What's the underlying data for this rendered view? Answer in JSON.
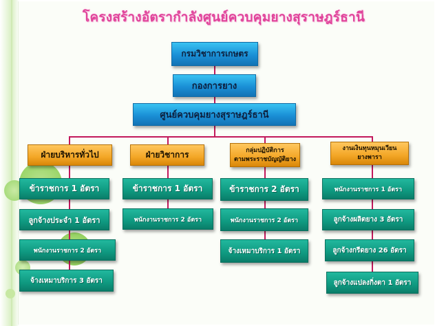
{
  "title": "โครงสร้างอัตรากำลังศูนย์ควบคุมยางสุราษฎร์ธานี",
  "top": {
    "department": "กรมวิชาการเกษตร",
    "division": "กองการยาง",
    "center": "ศูนย์ควบคุมยางสุราษฎร์ธานี"
  },
  "branches": [
    {
      "label": "ฝ่ายบริหารทั่วไป",
      "positions": [
        "ข้าราชการ 1 อัตรา",
        "ลูกจ้างประจำ 1 อัตรา",
        "พนักงานราชการ 2 อัตรา",
        "จ้างเหมาบริการ 3 อัตรา"
      ]
    },
    {
      "label": "ฝ่ายวิชาการ",
      "positions": [
        "ข้าราชการ 1 อัตรา",
        "พนักงานราชการ 2 อัตรา"
      ]
    },
    {
      "label_line1": "กลุ่มปฏิบัติการ",
      "label_line2": "ตามพระราชบัญญัติยาง",
      "positions": [
        "ข้าราชการ 2 อัตรา",
        "พนักงานราชการ 2 อัตรา",
        "จ้างเหมาบริการ 1 อัตรา"
      ]
    },
    {
      "label_line1": "งานเงินทุนหมุนเวียน",
      "label_line2": "ยางพารา",
      "positions": [
        "พนักงานราชการ 1 อัตรา",
        "ลูกจ้างผลิตยาง 3 อัตรา",
        "ลูกจ้างกรีดยาง 26 อัตรา",
        "ลูกจ้างแปลงกิ่งตา 1 อัตรา"
      ]
    }
  ],
  "colors": {
    "title": "#e0439a",
    "connector": "#c2185b",
    "top_box": "#1a8fd6",
    "branch_box": "#f3a626",
    "position_box": "#0f9980"
  }
}
